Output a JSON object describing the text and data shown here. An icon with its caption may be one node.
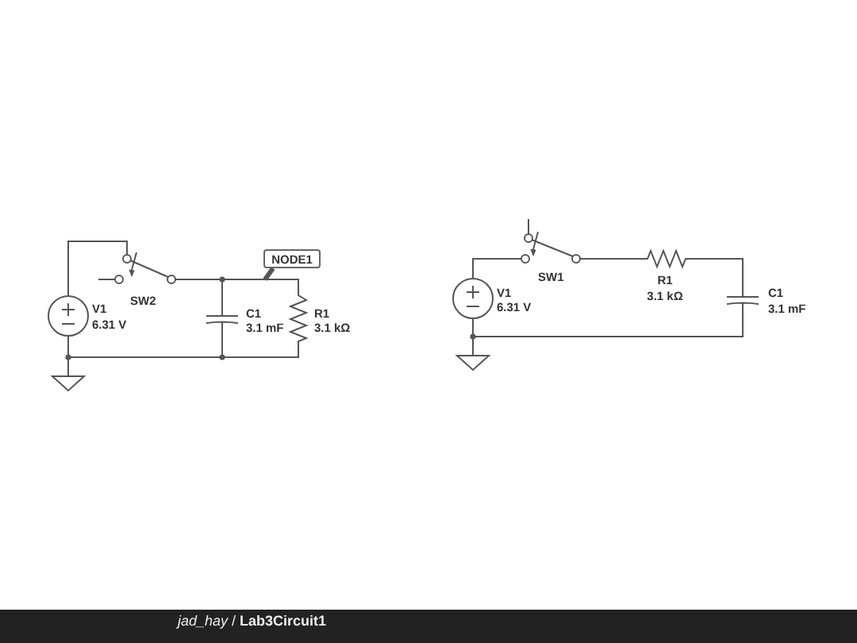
{
  "diagram": {
    "caption": "*jad_hay* / **Lab3Circuit1**",
    "nodes": [
      {
        "text": [
          "V1",
          "6.31 V"
        ]
      },
      {
        "text": [
          "SW2"
        ]
      },
      {
        "text": [
          "C1",
          "3.1 mF"
        ]
      },
      {
        "text": [
          "R1",
          "3.1 kΩ"
        ]
      },
      {
        "text": [],
        "shape": "triangle"
      },
      {
        "text": [
          "NODE1"
        ]
      },
      {
        "text": [
          "V1",
          "6.31 V"
        ]
      },
      {
        "text": [
          "SW1"
        ]
      },
      {
        "text": [
          "R1",
          "3.1 kΩ"
        ]
      },
      {
        "text": [
          "C1",
          "3.1 mF"
        ]
      },
      {
        "text": [],
        "shape": "triangle"
      }
    ],
    "edges": [
      {
        "from": 0,
        "to": 1,
        "arrow": "none"
      },
      {
        "from": 1,
        "to": 2,
        "arrow": "none"
      },
      {
        "from": 2,
        "to": 3,
        "arrow": "none"
      },
      {
        "from": 3,
        "to": 2,
        "arrow": "none"
      },
      {
        "from": 2,
        "to": 0,
        "arrow": "none"
      },
      {
        "from": 0,
        "to": 4,
        "arrow": "none"
      },
      {
        "from": 5,
        "to": null,
        "arrow": "none",
        "style": "thick"
      },
      {
        "from": 6,
        "to": 7,
        "arrow": "none"
      },
      {
        "from": 7,
        "to": 8,
        "arrow": "none"
      },
      {
        "from": 8,
        "to": 9,
        "arrow": "none"
      },
      {
        "from": 9,
        "to": 6,
        "arrow": "none"
      },
      {
        "from": 6,
        "to": 10,
        "arrow": "none"
      }
    ]
  }
}
